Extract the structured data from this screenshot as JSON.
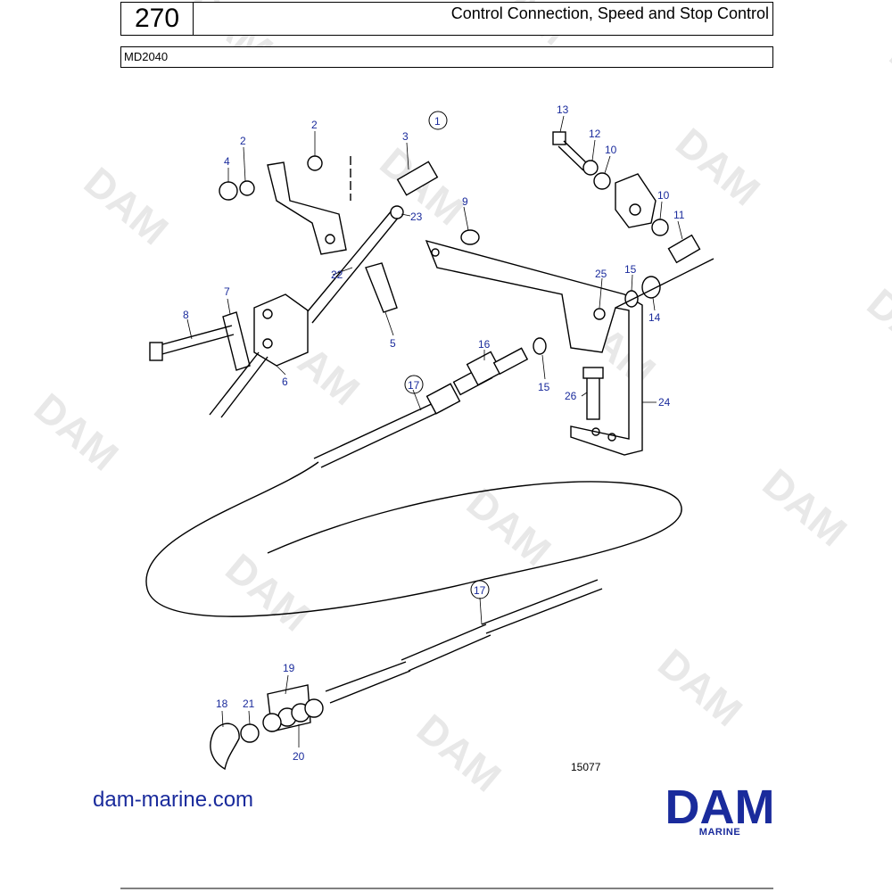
{
  "header": {
    "page_number": "270",
    "title": "Control Connection, Speed and Stop Control",
    "model": "MD2040"
  },
  "diagram": {
    "figure_number": "15077",
    "callouts": {
      "c1": "1",
      "c2a": "2",
      "c2b": "2",
      "c3": "3",
      "c4": "4",
      "c5": "5",
      "c6": "6",
      "c7": "7",
      "c8": "8",
      "c9": "9",
      "c10a": "10",
      "c10b": "10",
      "c11": "11",
      "c12": "12",
      "c13": "13",
      "c14": "14",
      "c15a": "15",
      "c15b": "15",
      "c16": "16",
      "c17a": "17",
      "c17b": "17",
      "c18": "18",
      "c19": "19",
      "c20": "20",
      "c21": "21",
      "c22": "22",
      "c23": "23",
      "c24": "24",
      "c25": "25",
      "c26": "26"
    }
  },
  "footer": {
    "website": "dam-marine.com",
    "logo_text": "DAM",
    "logo_subtext": "MARINE",
    "watermark": "DAM"
  },
  "colors": {
    "callout_blue": "#1a2b9c",
    "logo_blue": "#1a2b9c",
    "watermark_gray": "#e8e8e8"
  }
}
